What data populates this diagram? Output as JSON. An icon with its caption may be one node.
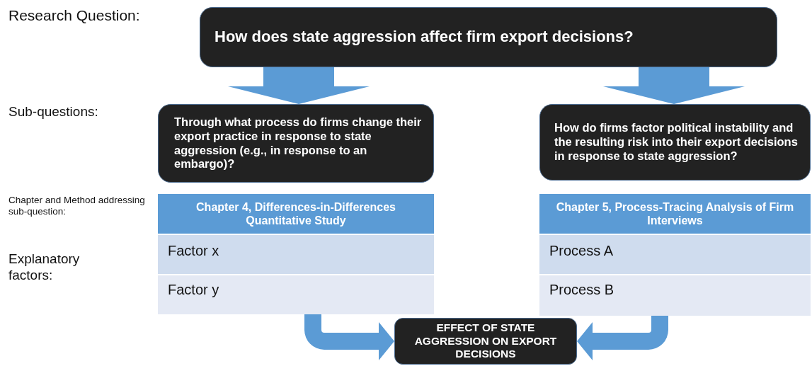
{
  "diagram": {
    "nodes": [
      {
        "text": [
          "How does state aggression affect firm export decisions?"
        ]
      },
      {
        "text": [
          "Through what process do firms change their export practice in response to state aggression (e.g., in response to an embargo)?"
        ]
      },
      {
        "text": [
          "How do firms factor political instability and the resulting risk into their export decisions in response to state aggression?"
        ]
      },
      {
        "text": [
          "Chapter 4, Differences-in-Differences Quantitative Study"
        ]
      },
      {
        "text": [
          "Factor x"
        ]
      },
      {
        "text": [
          "Factor y"
        ]
      },
      {
        "text": [
          "Chapter 5, Process-Tracing Analysis of Firm Interviews"
        ]
      },
      {
        "text": [
          "Process A"
        ]
      },
      {
        "text": [
          "Process B"
        ]
      },
      {
        "text": [
          "EFFECT OF STATE AGGRESSION ON EXPORT DECISIONS"
        ]
      }
    ],
    "edges": [
      {
        "from": 0,
        "to": 1,
        "arrow": "to",
        "style": "thick"
      },
      {
        "from": 0,
        "to": 2,
        "arrow": "to",
        "style": "thick"
      },
      {
        "from": 5,
        "to": 9,
        "arrow": "to",
        "style": "thick"
      },
      {
        "from": 8,
        "to": 9,
        "arrow": "to",
        "style": "thick"
      }
    ],
    "labels": [
      "Research Question:",
      "Sub-questions:",
      "Chapter and Method addressing sub-question:",
      "Explanatory factors:"
    ]
  }
}
